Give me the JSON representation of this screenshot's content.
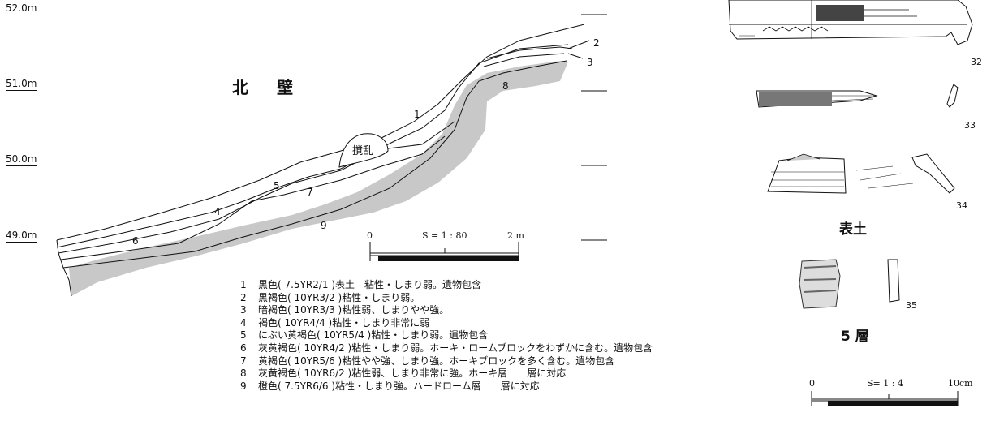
{
  "section": {
    "title": "北 壁",
    "elevations": [
      "52.0m",
      "51.0m",
      "50.0m",
      "49.0m"
    ],
    "layer_labels": [
      "1",
      "2",
      "3",
      "4",
      "5",
      "6",
      "7",
      "8",
      "9"
    ],
    "disturbance_label": "撹乱",
    "scale": {
      "label": "S = 1 : 80",
      "start": "0",
      "end": "2 m"
    }
  },
  "legend": [
    {
      "num": "1",
      "text": "黒色( 7.5YR2/1 )表土　粘性・しまり弱。遺物包含"
    },
    {
      "num": "2",
      "text": "黒褐色( 10YR3/2 )粘性・しまり弱。"
    },
    {
      "num": "3",
      "text": "暗褐色( 10YR3/3 )粘性弱、しまりやや強。"
    },
    {
      "num": "4",
      "text": "褐色( 10YR4/4 )粘性・しまり非常に弱"
    },
    {
      "num": "5",
      "text": "にぶい黄褐色( 10YR5/4 )粘性・しまり弱。遺物包含"
    },
    {
      "num": "6",
      "text": "灰黄褐色( 10YR4/2 )粘性・しまり弱。ホーキ・ロームブロックをわずかに含む。遺物包含"
    },
    {
      "num": "7",
      "text": "黄褐色( 10YR5/6 )粘性やや強、しまり強。ホーキブロックを多く含む。遺物包含"
    },
    {
      "num": "8",
      "text": "灰黄褐色( 10YR6/2 )粘性弱、しまり非常に強。ホーキ層　　層に対応"
    },
    {
      "num": "9",
      "text": "橙色( 7.5YR6/6 )粘性・しまり強。ハードローム層　　層に対応"
    }
  ],
  "artifacts": {
    "figure_numbers": [
      "32",
      "33",
      "34",
      "35"
    ],
    "group_captions": [
      "表土",
      "5 層"
    ],
    "scale": {
      "label": "S= 1 : 4",
      "start": "0",
      "end": "10cm"
    }
  }
}
